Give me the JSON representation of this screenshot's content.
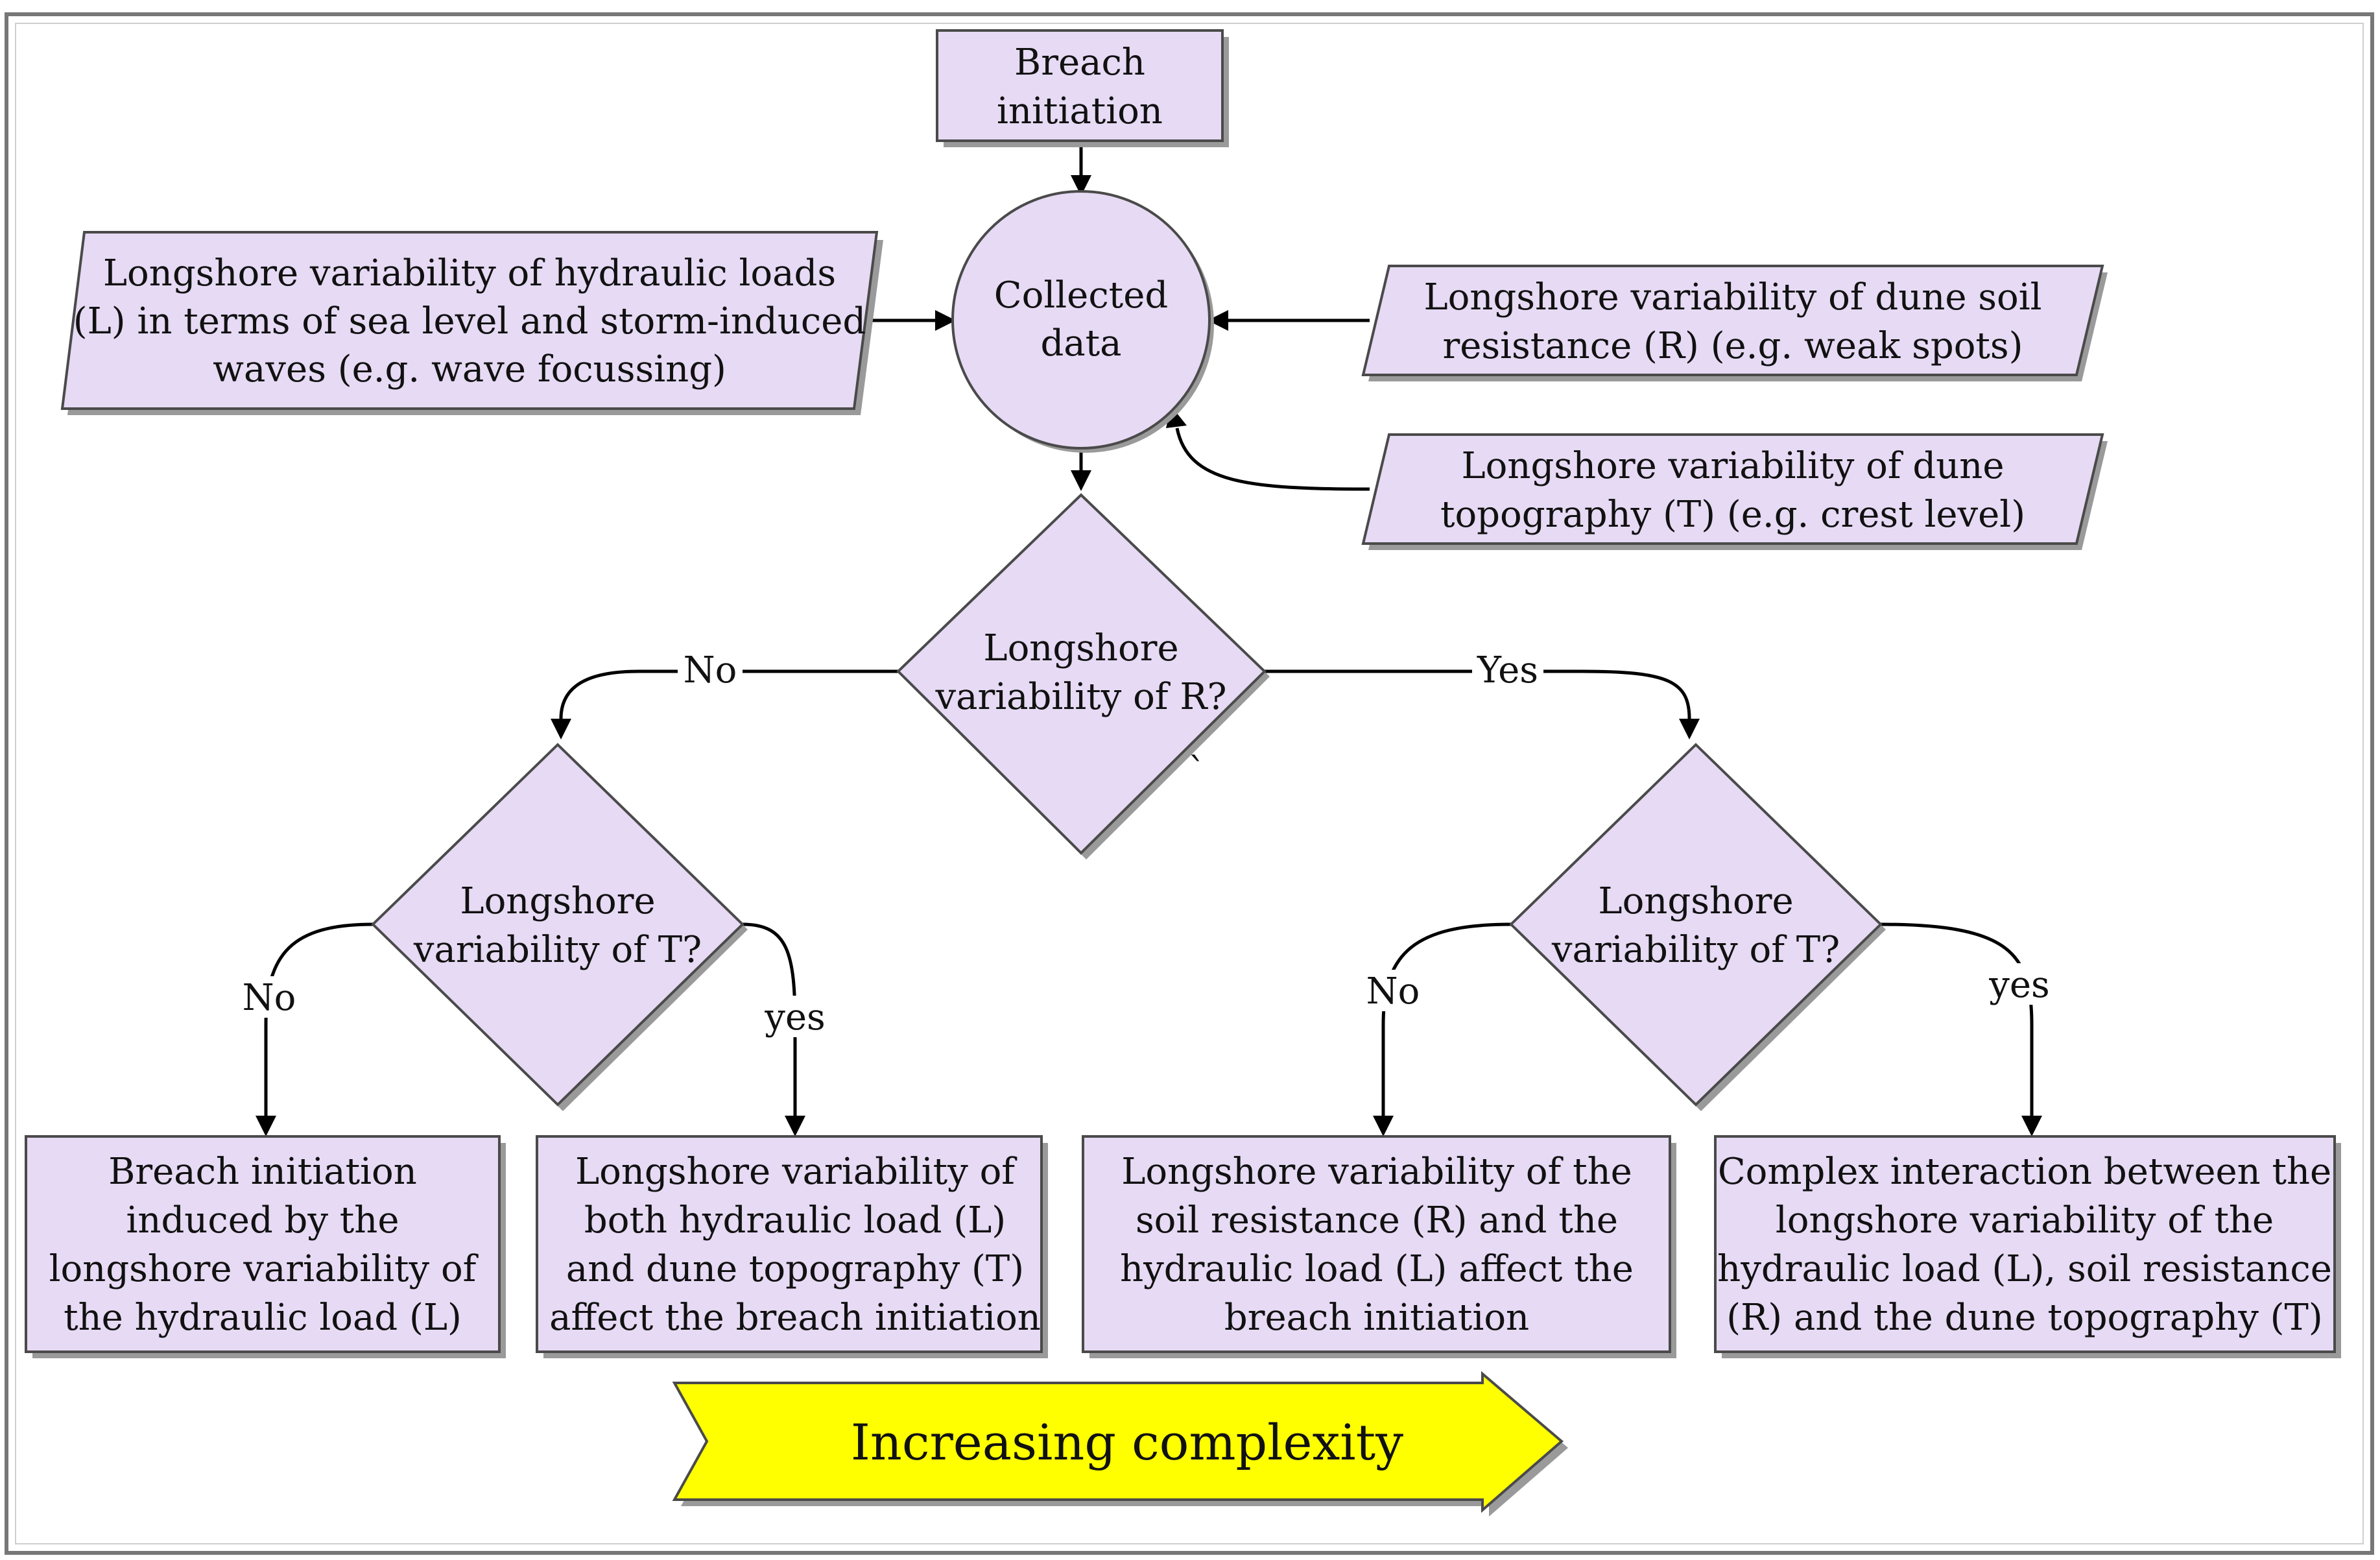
{
  "nodes": {
    "breach_initiation": [
      "Breach",
      "initiation"
    ],
    "collected_data": [
      "Collected",
      "data"
    ],
    "hydraulic_loads": [
      "Longshore variability of hydraulic loads",
      "(L) in terms of sea level and storm-induced",
      "waves (e.g. wave focussing)"
    ],
    "soil_resistance": [
      "Longshore variability of dune soil",
      "resistance (R) (e.g. weak spots)"
    ],
    "dune_topography": [
      "Longshore variability of dune",
      "topography  (T) (e.g. crest level)"
    ],
    "decision_r": [
      "Longshore",
      "variability of R?"
    ],
    "decision_t_left": [
      "Longshore",
      "variability of T?"
    ],
    "decision_t_right": [
      "Longshore",
      "variability of T?"
    ],
    "outcome_1": [
      "Breach initiation",
      "induced by the",
      "longshore variability of",
      "the hydraulic load (L)"
    ],
    "outcome_2": [
      "Longshore variability of",
      "both hydraulic load (L)",
      "and dune topography (T)",
      "affect the breach initiation"
    ],
    "outcome_3": [
      "Longshore variability of the",
      "soil resistance (R) and the",
      "hydraulic load (L) affect the",
      "breach initiation"
    ],
    "outcome_4": [
      "Complex interaction between the",
      "longshore variability of the",
      "hydraulic load (L), soil resistance",
      "(R) and the dune topography (T)"
    ]
  },
  "edges": {
    "r_no": "No",
    "r_yes": "Yes",
    "tl_no": "No",
    "tl_yes": "yes",
    "tr_no": "No",
    "tr_yes": "yes"
  },
  "stray_mark": "`",
  "complexity_arrow": {
    "label": "Increasing complexity",
    "fill": "#ffff00"
  },
  "colors": {
    "node_fill": "#e6daf4",
    "node_stroke": "#4a4a4a",
    "connector": "#000000"
  }
}
